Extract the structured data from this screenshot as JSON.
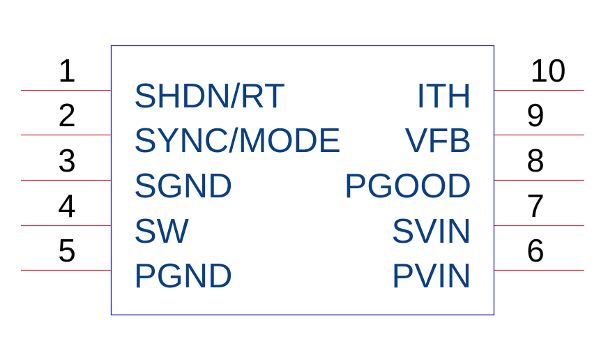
{
  "component": {
    "body_color": "#1e1ec8",
    "label_color": "#0a3f82",
    "pin_line_color": "#c8323c",
    "pin_number_color": "#000000",
    "left_pins": [
      {
        "number": "1",
        "label": "SHDN/RT"
      },
      {
        "number": "2",
        "label": "SYNC/MODE"
      },
      {
        "number": "3",
        "label": "SGND"
      },
      {
        "number": "4",
        "label": "SW"
      },
      {
        "number": "5",
        "label": "PGND"
      }
    ],
    "right_pins": [
      {
        "number": "10",
        "label": "ITH"
      },
      {
        "number": "9",
        "label": "VFB"
      },
      {
        "number": "8",
        "label": "PGOOD"
      },
      {
        "number": "7",
        "label": "SVIN"
      },
      {
        "number": "6",
        "label": "PVIN"
      }
    ]
  }
}
